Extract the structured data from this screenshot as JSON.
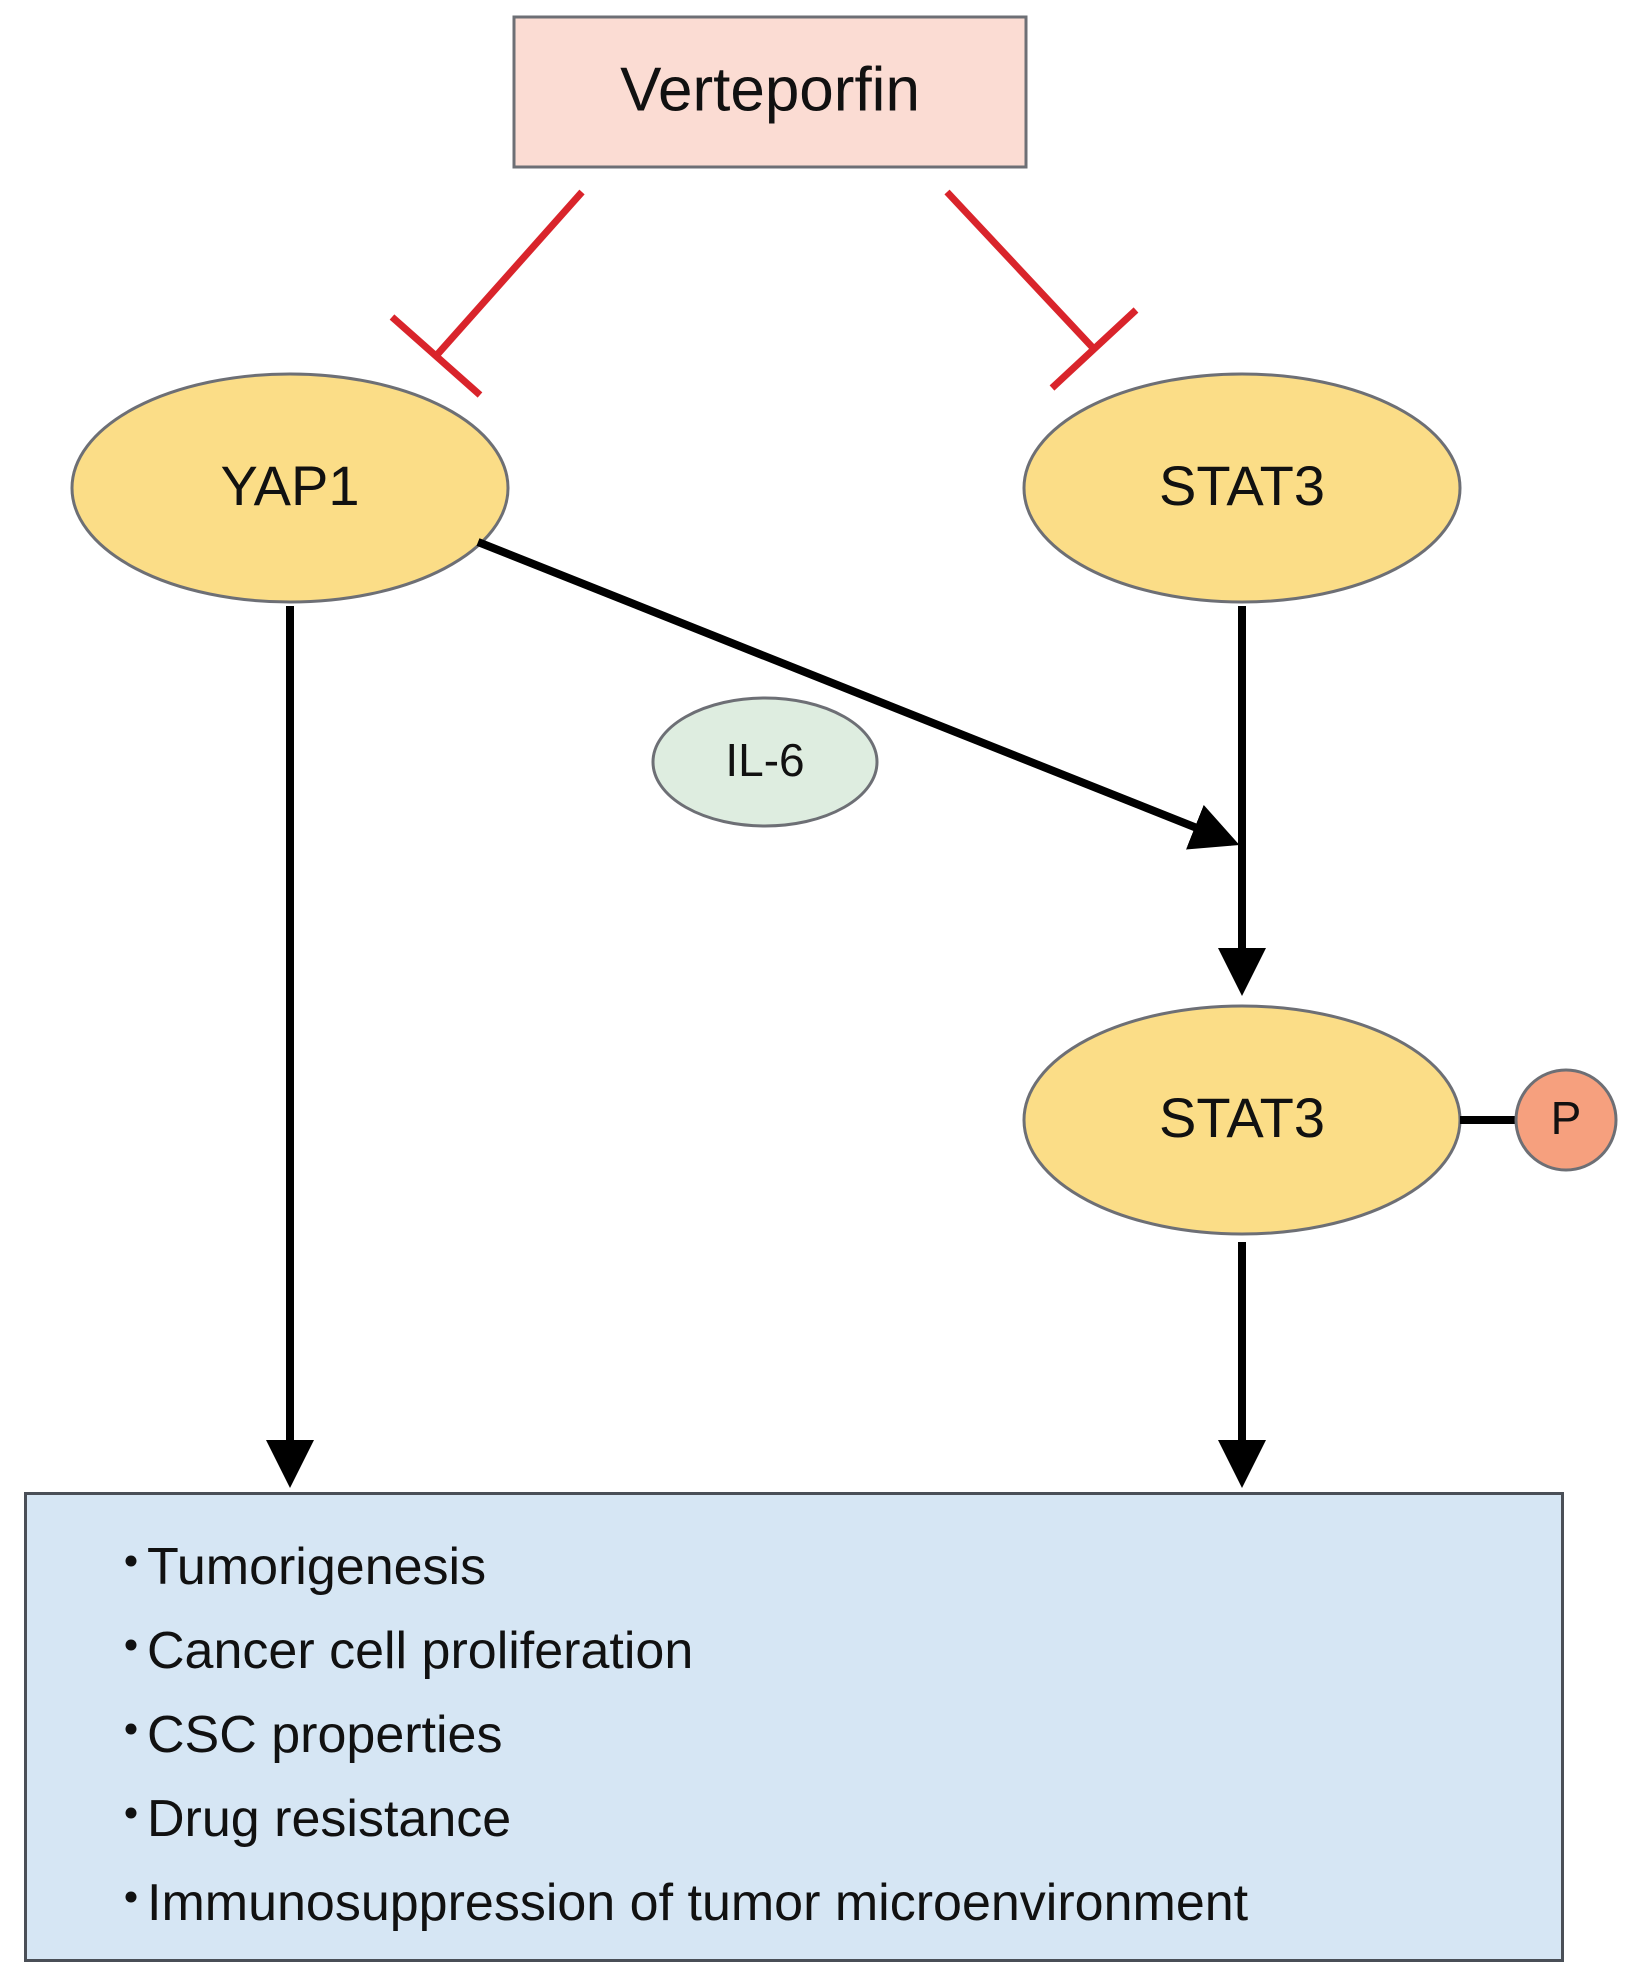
{
  "drug": {
    "label": "Verteporfin"
  },
  "nodes": {
    "yap1": "YAP1",
    "stat3": "STAT3",
    "il6": "IL-6",
    "stat3_phosphorylated": "STAT3",
    "phosphate": "P"
  },
  "outcomes": {
    "bullet": "・",
    "items": [
      "Tumorigenesis",
      "Cancer cell proliferation",
      "CSC properties",
      "Drug resistance",
      "Immunosuppression of tumor microenvironment"
    ]
  },
  "colors": {
    "drug_fill": "#fbdcd3",
    "protein_fill": "#fbdd87",
    "il6_fill": "#deede0",
    "phosphate_fill": "#f6a07e",
    "outcome_fill": "#d6e6f4",
    "inhibition": "#d9242b",
    "activation": "#000000"
  },
  "icons": {
    "inhibition": "inhibition-tbar-icon",
    "activation": "arrowhead-icon"
  }
}
